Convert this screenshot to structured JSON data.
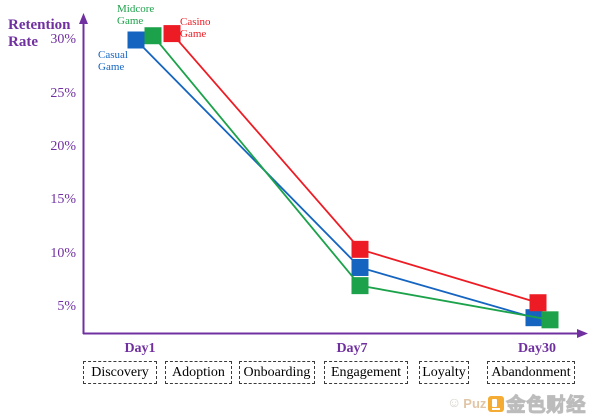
{
  "title": "Retention Rate",
  "colors": {
    "axis": "#7030A0",
    "stage_border": "#3a3a3a"
  },
  "axis": {
    "y_ticks": [
      "30%",
      "25%",
      "20%",
      "15%",
      "10%",
      "5%"
    ],
    "x_labels": [
      "Day1",
      "Day7",
      "Day30"
    ]
  },
  "stages": [
    "Discovery",
    "Adoption",
    "Onboarding",
    "Engagement",
    "Loyalty",
    "Abandonment"
  ],
  "chart_data": {
    "type": "line",
    "categories": [
      "Day1",
      "Day7",
      "Day30"
    ],
    "series": [
      {
        "name": "Casual Game",
        "color": "#1565C0",
        "values": [
          30.0,
          8.7,
          4.0
        ]
      },
      {
        "name": "Midcore Game",
        "color": "#1CA24A",
        "values": [
          30.4,
          7.0,
          3.8
        ]
      },
      {
        "name": "Casino Game",
        "color": "#ED1C24",
        "values": [
          30.6,
          10.4,
          5.4
        ]
      }
    ],
    "title": "",
    "xlabel": "",
    "ylabel": "Retention Rate",
    "y_ticks_percent": [
      30,
      25,
      20,
      15,
      10,
      5
    ],
    "ylim": [
      2.5,
      32
    ],
    "marker": "square",
    "grid": false,
    "legend_position": "labels-near-day1-points"
  },
  "watermark": {
    "prefix": "Puz",
    "brand": "金色财经"
  }
}
